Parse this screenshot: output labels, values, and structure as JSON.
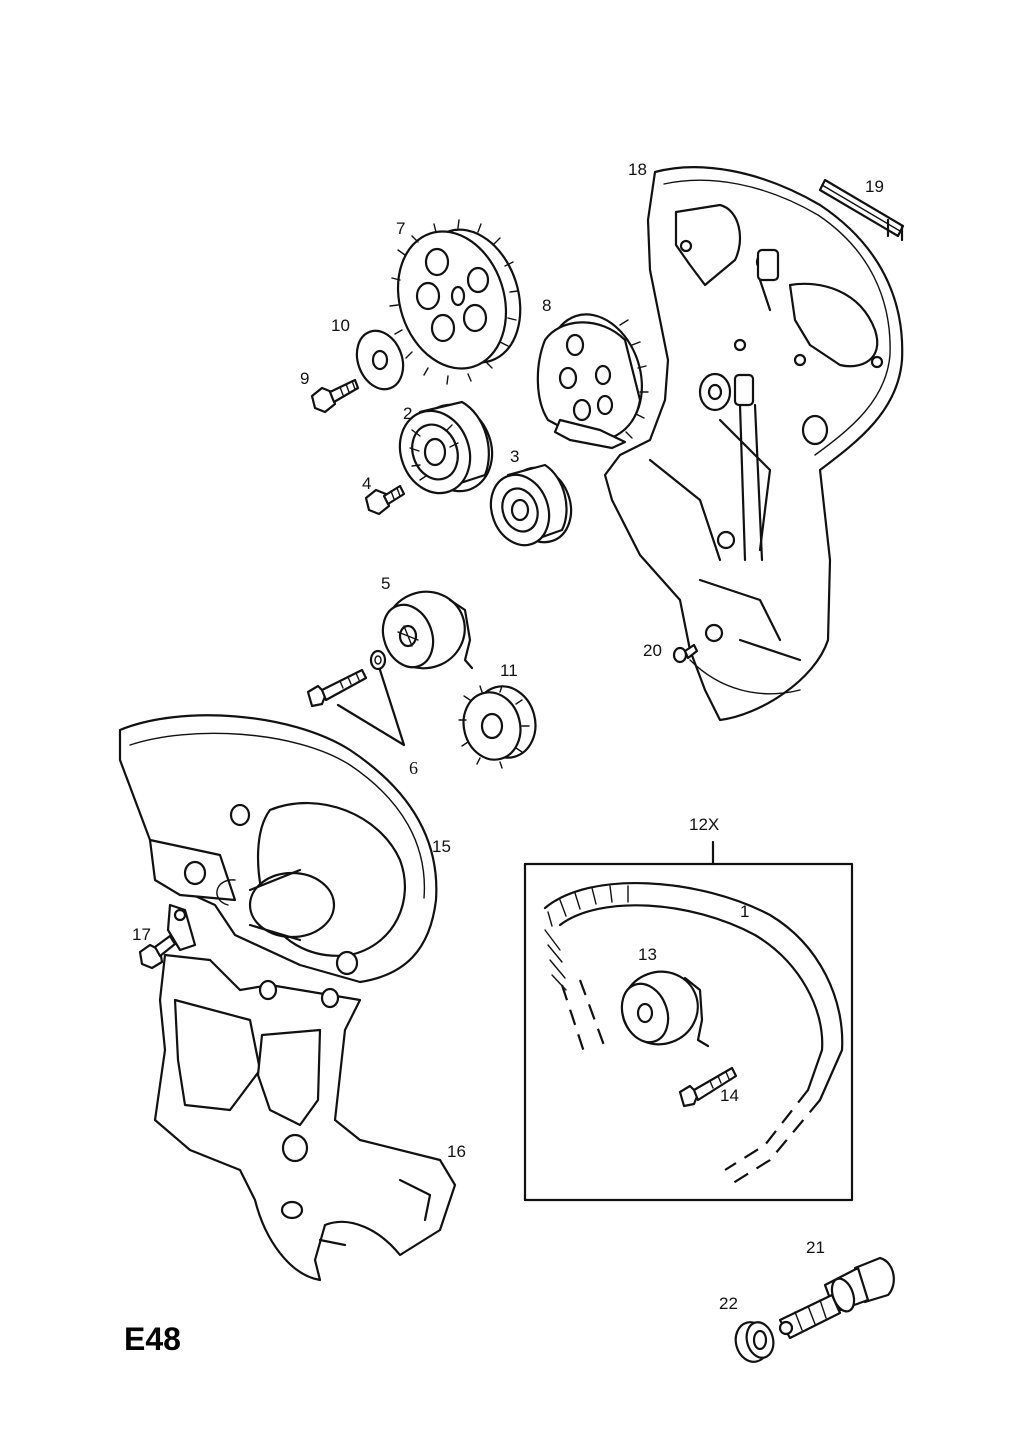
{
  "page_code": "E48",
  "callouts": {
    "c1": "1",
    "c2": "2",
    "c3": "3",
    "c4": "4",
    "c5": "5",
    "c6": "6",
    "c7": "7",
    "c8": "8",
    "c9": "9",
    "c10": "10",
    "c11": "11",
    "c12x": "12X",
    "c13": "13",
    "c14": "14",
    "c15": "15",
    "c16": "16",
    "c17": "17",
    "c18": "18",
    "c19": "19",
    "c20": "20",
    "c21": "21",
    "c22": "22"
  }
}
